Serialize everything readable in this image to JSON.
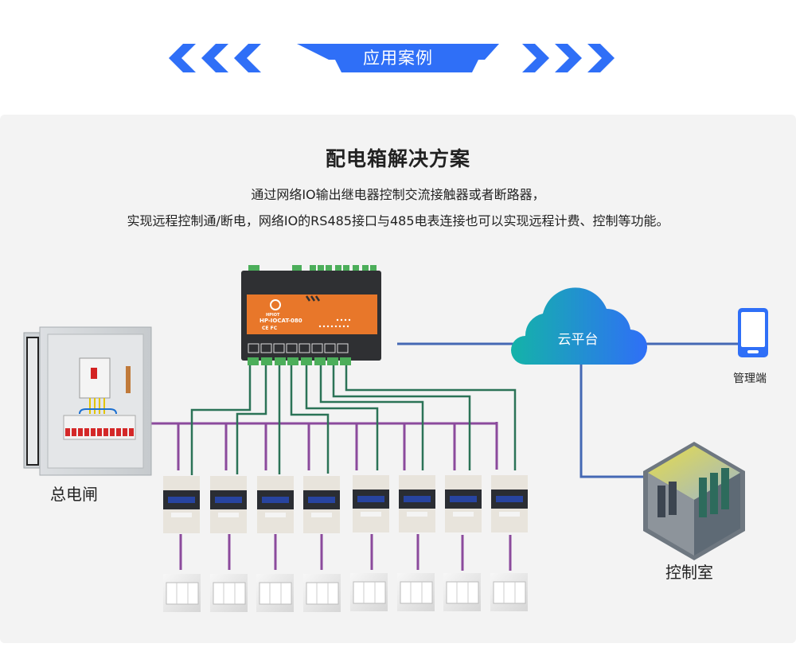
{
  "header": {
    "banner_label": "应用案例",
    "chevron_left_icons": [
      "chevron-left-icon",
      "chevron-left-icon",
      "chevron-left-icon"
    ],
    "chevron_right_icons": [
      "chevron-right-icon",
      "chevron-right-icon",
      "chevron-right-icon"
    ],
    "accent_color": "#2f6ff7"
  },
  "section": {
    "title": "配电箱解决方案",
    "desc_line1": "通过网络IO输出继电器控制交流接触器或者断路器，",
    "desc_line2": "实现远程控制通/断电，网络IO的RS485接口与485电表连接也可以实现远程计费、控制等功能。"
  },
  "diagram": {
    "device": {
      "brand": "HPIOT",
      "model": "HP-IOCAT-080",
      "certs": "CE FC",
      "relay_count": 8
    },
    "cloud_label": "云平台",
    "phone_label": "管理端",
    "control_room_label": "控制室",
    "main_switch_label": "总电闸",
    "contactor_count": 8,
    "switch_count": 8,
    "colors": {
      "power_line": "#8b4a9c",
      "signal_line": "#2b7356",
      "network_line": "#4468b4",
      "device_orange": "#e8772a",
      "device_body": "#2f3033",
      "phone_blue": "#2f6ff7",
      "cloud_start": "#14b3a8",
      "cloud_end": "#2f6ff7"
    }
  }
}
